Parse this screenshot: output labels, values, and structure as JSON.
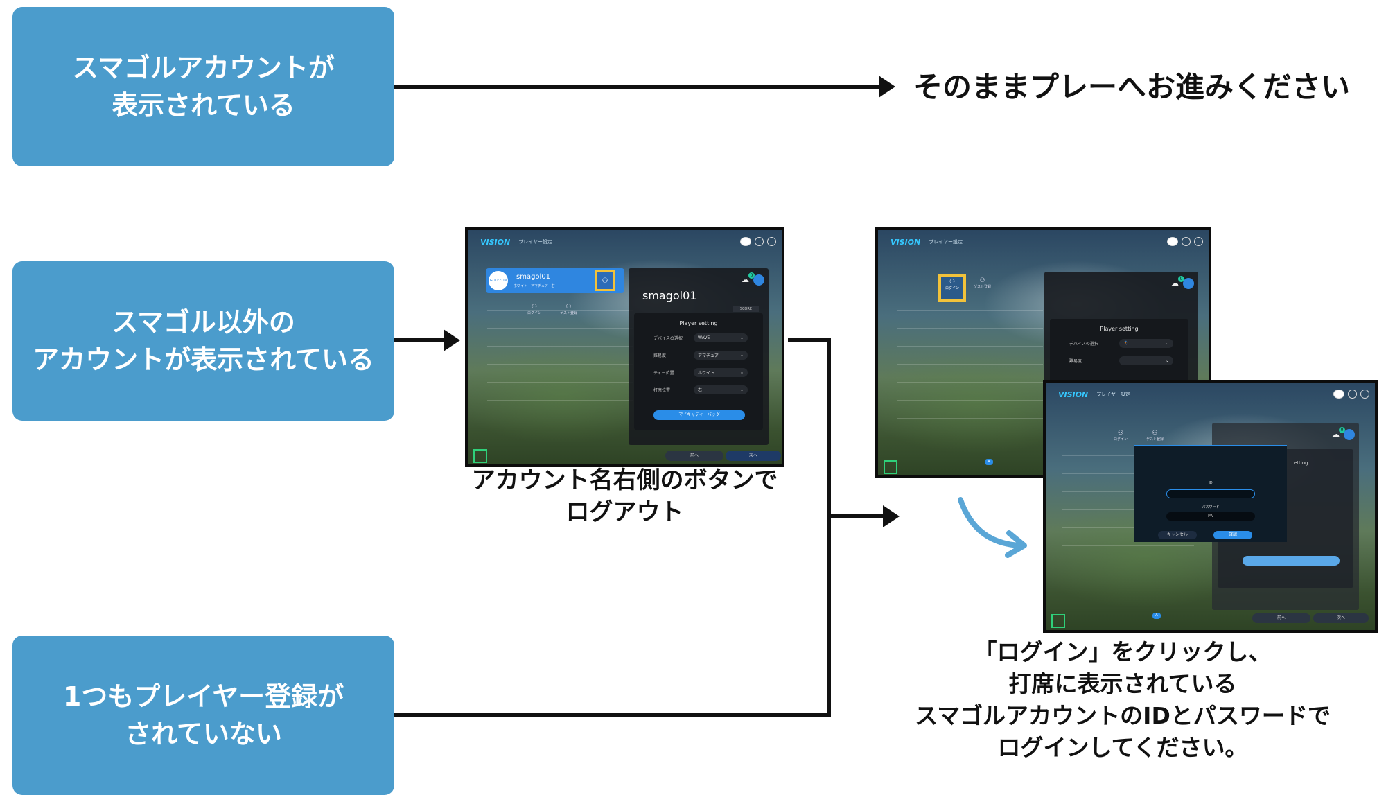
{
  "boxes": {
    "case1": {
      "line1": "スマゴルアカウントが",
      "line2": "表示されている"
    },
    "case2": {
      "line1": "スマゴル以外の",
      "line2": "アカウントが表示されている"
    },
    "case3": {
      "line1": "1つもプレイヤー登録が",
      "line2": "されていない"
    }
  },
  "result1": "そのままプレーへお進みください",
  "caption_logout": {
    "line1": "アカウント名右側のボタンで",
    "line2": "ログアウト"
  },
  "caption_login": {
    "line1": "「ログイン」をクリックし、",
    "line2": "打席に表示されている",
    "line3": "スマゴルアカウントのIDとパスワードで",
    "line4": "ログインしてください。"
  },
  "app": {
    "logo": "VISION",
    "breadcrumb": "プレイヤー設定",
    "account_name": "smagol01",
    "account_sub": "ホワイト | アマチュア | 右",
    "avatar_text": "GOLFZON",
    "login_label": "ログイン",
    "guest_label": "ゲスト登録",
    "panel_title": "smagol01",
    "score_tag": "SCORE",
    "notify_count": "0",
    "player_setting": "Player setting",
    "settings": [
      {
        "label": "デバイスの選択",
        "value": "WAVE"
      },
      {
        "label": "難易度",
        "value": "アマチュア"
      },
      {
        "label": "ティー位置",
        "value": "ホワイト"
      },
      {
        "label": "打席位置",
        "value": "右"
      }
    ],
    "mycaddie": "マイキャディーバッグ",
    "prev": "前へ",
    "next": "次へ",
    "setting_partial": "etting",
    "page_dot": "A"
  },
  "dialog": {
    "id_label": "ID",
    "pw_label": "パスワード",
    "pw_placeholder": "PW",
    "cancel": "キャンセル",
    "confirm": "確認"
  },
  "colors": {
    "box": "#4b9ccc",
    "highlight": "#f2c23a",
    "accent": "#2a8de8",
    "curve_arrow": "#5aa6d6"
  }
}
